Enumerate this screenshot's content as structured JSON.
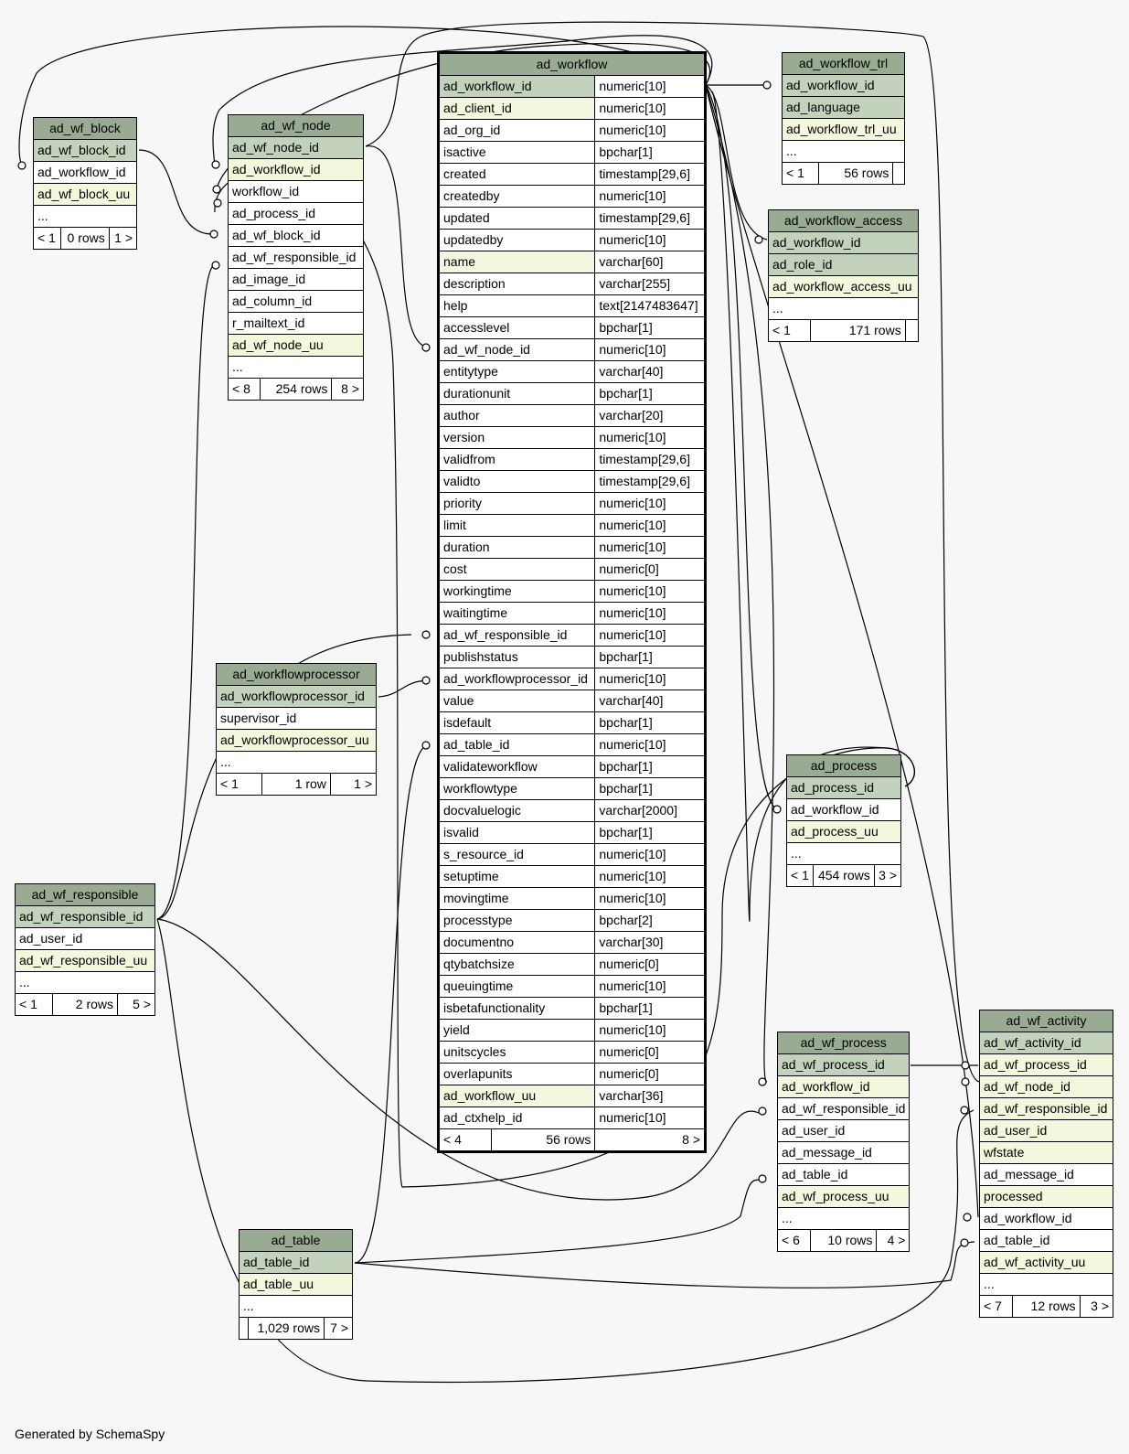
{
  "footer": "Generated by SchemaSpy",
  "tables": {
    "ad_workflow": {
      "name": "ad_workflow",
      "columns": [
        [
          "ad_workflow_id",
          "numeric[10]",
          "pk"
        ],
        [
          "ad_client_id",
          "numeric[10]",
          "ix"
        ],
        [
          "ad_org_id",
          "numeric[10]",
          ""
        ],
        [
          "isactive",
          "bpchar[1]",
          ""
        ],
        [
          "created",
          "timestamp[29,6]",
          ""
        ],
        [
          "createdby",
          "numeric[10]",
          ""
        ],
        [
          "updated",
          "timestamp[29,6]",
          ""
        ],
        [
          "updatedby",
          "numeric[10]",
          ""
        ],
        [
          "name",
          "varchar[60]",
          "ix"
        ],
        [
          "description",
          "varchar[255]",
          ""
        ],
        [
          "help",
          "text[2147483647]",
          ""
        ],
        [
          "accesslevel",
          "bpchar[1]",
          ""
        ],
        [
          "ad_wf_node_id",
          "numeric[10]",
          ""
        ],
        [
          "entitytype",
          "varchar[40]",
          ""
        ],
        [
          "durationunit",
          "bpchar[1]",
          ""
        ],
        [
          "author",
          "varchar[20]",
          ""
        ],
        [
          "version",
          "numeric[10]",
          ""
        ],
        [
          "validfrom",
          "timestamp[29,6]",
          ""
        ],
        [
          "validto",
          "timestamp[29,6]",
          ""
        ],
        [
          "priority",
          "numeric[10]",
          ""
        ],
        [
          "limit",
          "numeric[10]",
          ""
        ],
        [
          "duration",
          "numeric[10]",
          ""
        ],
        [
          "cost",
          "numeric[0]",
          ""
        ],
        [
          "workingtime",
          "numeric[10]",
          ""
        ],
        [
          "waitingtime",
          "numeric[10]",
          ""
        ],
        [
          "ad_wf_responsible_id",
          "numeric[10]",
          ""
        ],
        [
          "publishstatus",
          "bpchar[1]",
          ""
        ],
        [
          "ad_workflowprocessor_id",
          "numeric[10]",
          ""
        ],
        [
          "value",
          "varchar[40]",
          ""
        ],
        [
          "isdefault",
          "bpchar[1]",
          ""
        ],
        [
          "ad_table_id",
          "numeric[10]",
          ""
        ],
        [
          "validateworkflow",
          "bpchar[1]",
          ""
        ],
        [
          "workflowtype",
          "bpchar[1]",
          ""
        ],
        [
          "docvaluelogic",
          "varchar[2000]",
          ""
        ],
        [
          "isvalid",
          "bpchar[1]",
          ""
        ],
        [
          "s_resource_id",
          "numeric[10]",
          ""
        ],
        [
          "setuptime",
          "numeric[10]",
          ""
        ],
        [
          "movingtime",
          "numeric[10]",
          ""
        ],
        [
          "processtype",
          "bpchar[2]",
          ""
        ],
        [
          "documentno",
          "varchar[30]",
          ""
        ],
        [
          "qtybatchsize",
          "numeric[0]",
          ""
        ],
        [
          "queuingtime",
          "numeric[10]",
          ""
        ],
        [
          "isbetafunctionality",
          "bpchar[1]",
          ""
        ],
        [
          "yield",
          "numeric[10]",
          ""
        ],
        [
          "unitscycles",
          "numeric[0]",
          ""
        ],
        [
          "overlapunits",
          "numeric[0]",
          ""
        ],
        [
          "ad_workflow_uu",
          "varchar[36]",
          "ix"
        ],
        [
          "ad_ctxhelp_id",
          "numeric[10]",
          ""
        ]
      ],
      "footer": [
        "< 4",
        "56 rows",
        "8 >"
      ]
    },
    "ad_wf_block": {
      "name": "ad_wf_block",
      "columns": [
        [
          "ad_wf_block_id",
          "pk"
        ],
        [
          "ad_workflow_id",
          ""
        ],
        [
          "ad_wf_block_uu",
          "ix"
        ],
        [
          "...",
          ""
        ]
      ],
      "footer": [
        "< 1",
        "0 rows",
        "1 >"
      ]
    },
    "ad_wf_node": {
      "name": "ad_wf_node",
      "columns": [
        [
          "ad_wf_node_id",
          "pk"
        ],
        [
          "ad_workflow_id",
          "ix"
        ],
        [
          "workflow_id",
          ""
        ],
        [
          "ad_process_id",
          ""
        ],
        [
          "ad_wf_block_id",
          ""
        ],
        [
          "ad_wf_responsible_id",
          ""
        ],
        [
          "ad_image_id",
          ""
        ],
        [
          "ad_column_id",
          ""
        ],
        [
          "r_mailtext_id",
          ""
        ],
        [
          "ad_wf_node_uu",
          "ix"
        ],
        [
          "...",
          ""
        ]
      ],
      "footer": [
        "< 8",
        "254 rows",
        "8 >"
      ]
    },
    "ad_workflow_trl": {
      "name": "ad_workflow_trl",
      "columns": [
        [
          "ad_workflow_id",
          "pk"
        ],
        [
          "ad_language",
          "pk"
        ],
        [
          "ad_workflow_trl_uu",
          "ix"
        ],
        [
          "...",
          ""
        ]
      ],
      "footer": [
        "< 1",
        "56 rows",
        ""
      ]
    },
    "ad_workflow_access": {
      "name": "ad_workflow_access",
      "columns": [
        [
          "ad_workflow_id",
          "pk"
        ],
        [
          "ad_role_id",
          "pk"
        ],
        [
          "ad_workflow_access_uu",
          "ix"
        ],
        [
          "...",
          ""
        ]
      ],
      "footer": [
        "< 1",
        "171 rows",
        ""
      ]
    },
    "ad_workflowprocessor": {
      "name": "ad_workflowprocessor",
      "columns": [
        [
          "ad_workflowprocessor_id",
          "pk"
        ],
        [
          "supervisor_id",
          ""
        ],
        [
          "ad_workflowprocessor_uu",
          "ix"
        ],
        [
          "...",
          ""
        ]
      ],
      "footer": [
        "< 1",
        "1 row",
        "1 >"
      ]
    },
    "ad_process": {
      "name": "ad_process",
      "columns": [
        [
          "ad_process_id",
          "pk"
        ],
        [
          "ad_workflow_id",
          ""
        ],
        [
          "ad_process_uu",
          "ix"
        ],
        [
          "...",
          ""
        ]
      ],
      "footer": [
        "< 1",
        "454 rows",
        "3 >"
      ]
    },
    "ad_wf_responsible": {
      "name": "ad_wf_responsible",
      "columns": [
        [
          "ad_wf_responsible_id",
          "pk"
        ],
        [
          "ad_user_id",
          ""
        ],
        [
          "ad_wf_responsible_uu",
          "ix"
        ],
        [
          "...",
          ""
        ]
      ],
      "footer": [
        "< 1",
        "2 rows",
        "5 >"
      ]
    },
    "ad_wf_process": {
      "name": "ad_wf_process",
      "columns": [
        [
          "ad_wf_process_id",
          "pk"
        ],
        [
          "ad_workflow_id",
          "ix"
        ],
        [
          "ad_wf_responsible_id",
          ""
        ],
        [
          "ad_user_id",
          ""
        ],
        [
          "ad_message_id",
          ""
        ],
        [
          "ad_table_id",
          ""
        ],
        [
          "ad_wf_process_uu",
          "ix"
        ],
        [
          "...",
          ""
        ]
      ],
      "footer": [
        "< 6",
        "10 rows",
        "4 >"
      ]
    },
    "ad_table": {
      "name": "ad_table",
      "columns": [
        [
          "ad_table_id",
          "pk"
        ],
        [
          "ad_table_uu",
          "ix"
        ],
        [
          "...",
          ""
        ]
      ],
      "footer": [
        "",
        "1,029 rows",
        "7 >"
      ]
    },
    "ad_wf_activity": {
      "name": "ad_wf_activity",
      "columns": [
        [
          "ad_wf_activity_id",
          "pk"
        ],
        [
          "ad_wf_process_id",
          "ix"
        ],
        [
          "ad_wf_node_id",
          "ix"
        ],
        [
          "ad_wf_responsible_id",
          "ix"
        ],
        [
          "ad_user_id",
          "ix"
        ],
        [
          "wfstate",
          "ix"
        ],
        [
          "ad_message_id",
          ""
        ],
        [
          "processed",
          "ix"
        ],
        [
          "ad_workflow_id",
          ""
        ],
        [
          "ad_table_id",
          ""
        ],
        [
          "ad_wf_activity_uu",
          "ix"
        ],
        [
          "...",
          ""
        ]
      ],
      "footer": [
        "< 7",
        "12 rows",
        "3 >"
      ]
    }
  }
}
